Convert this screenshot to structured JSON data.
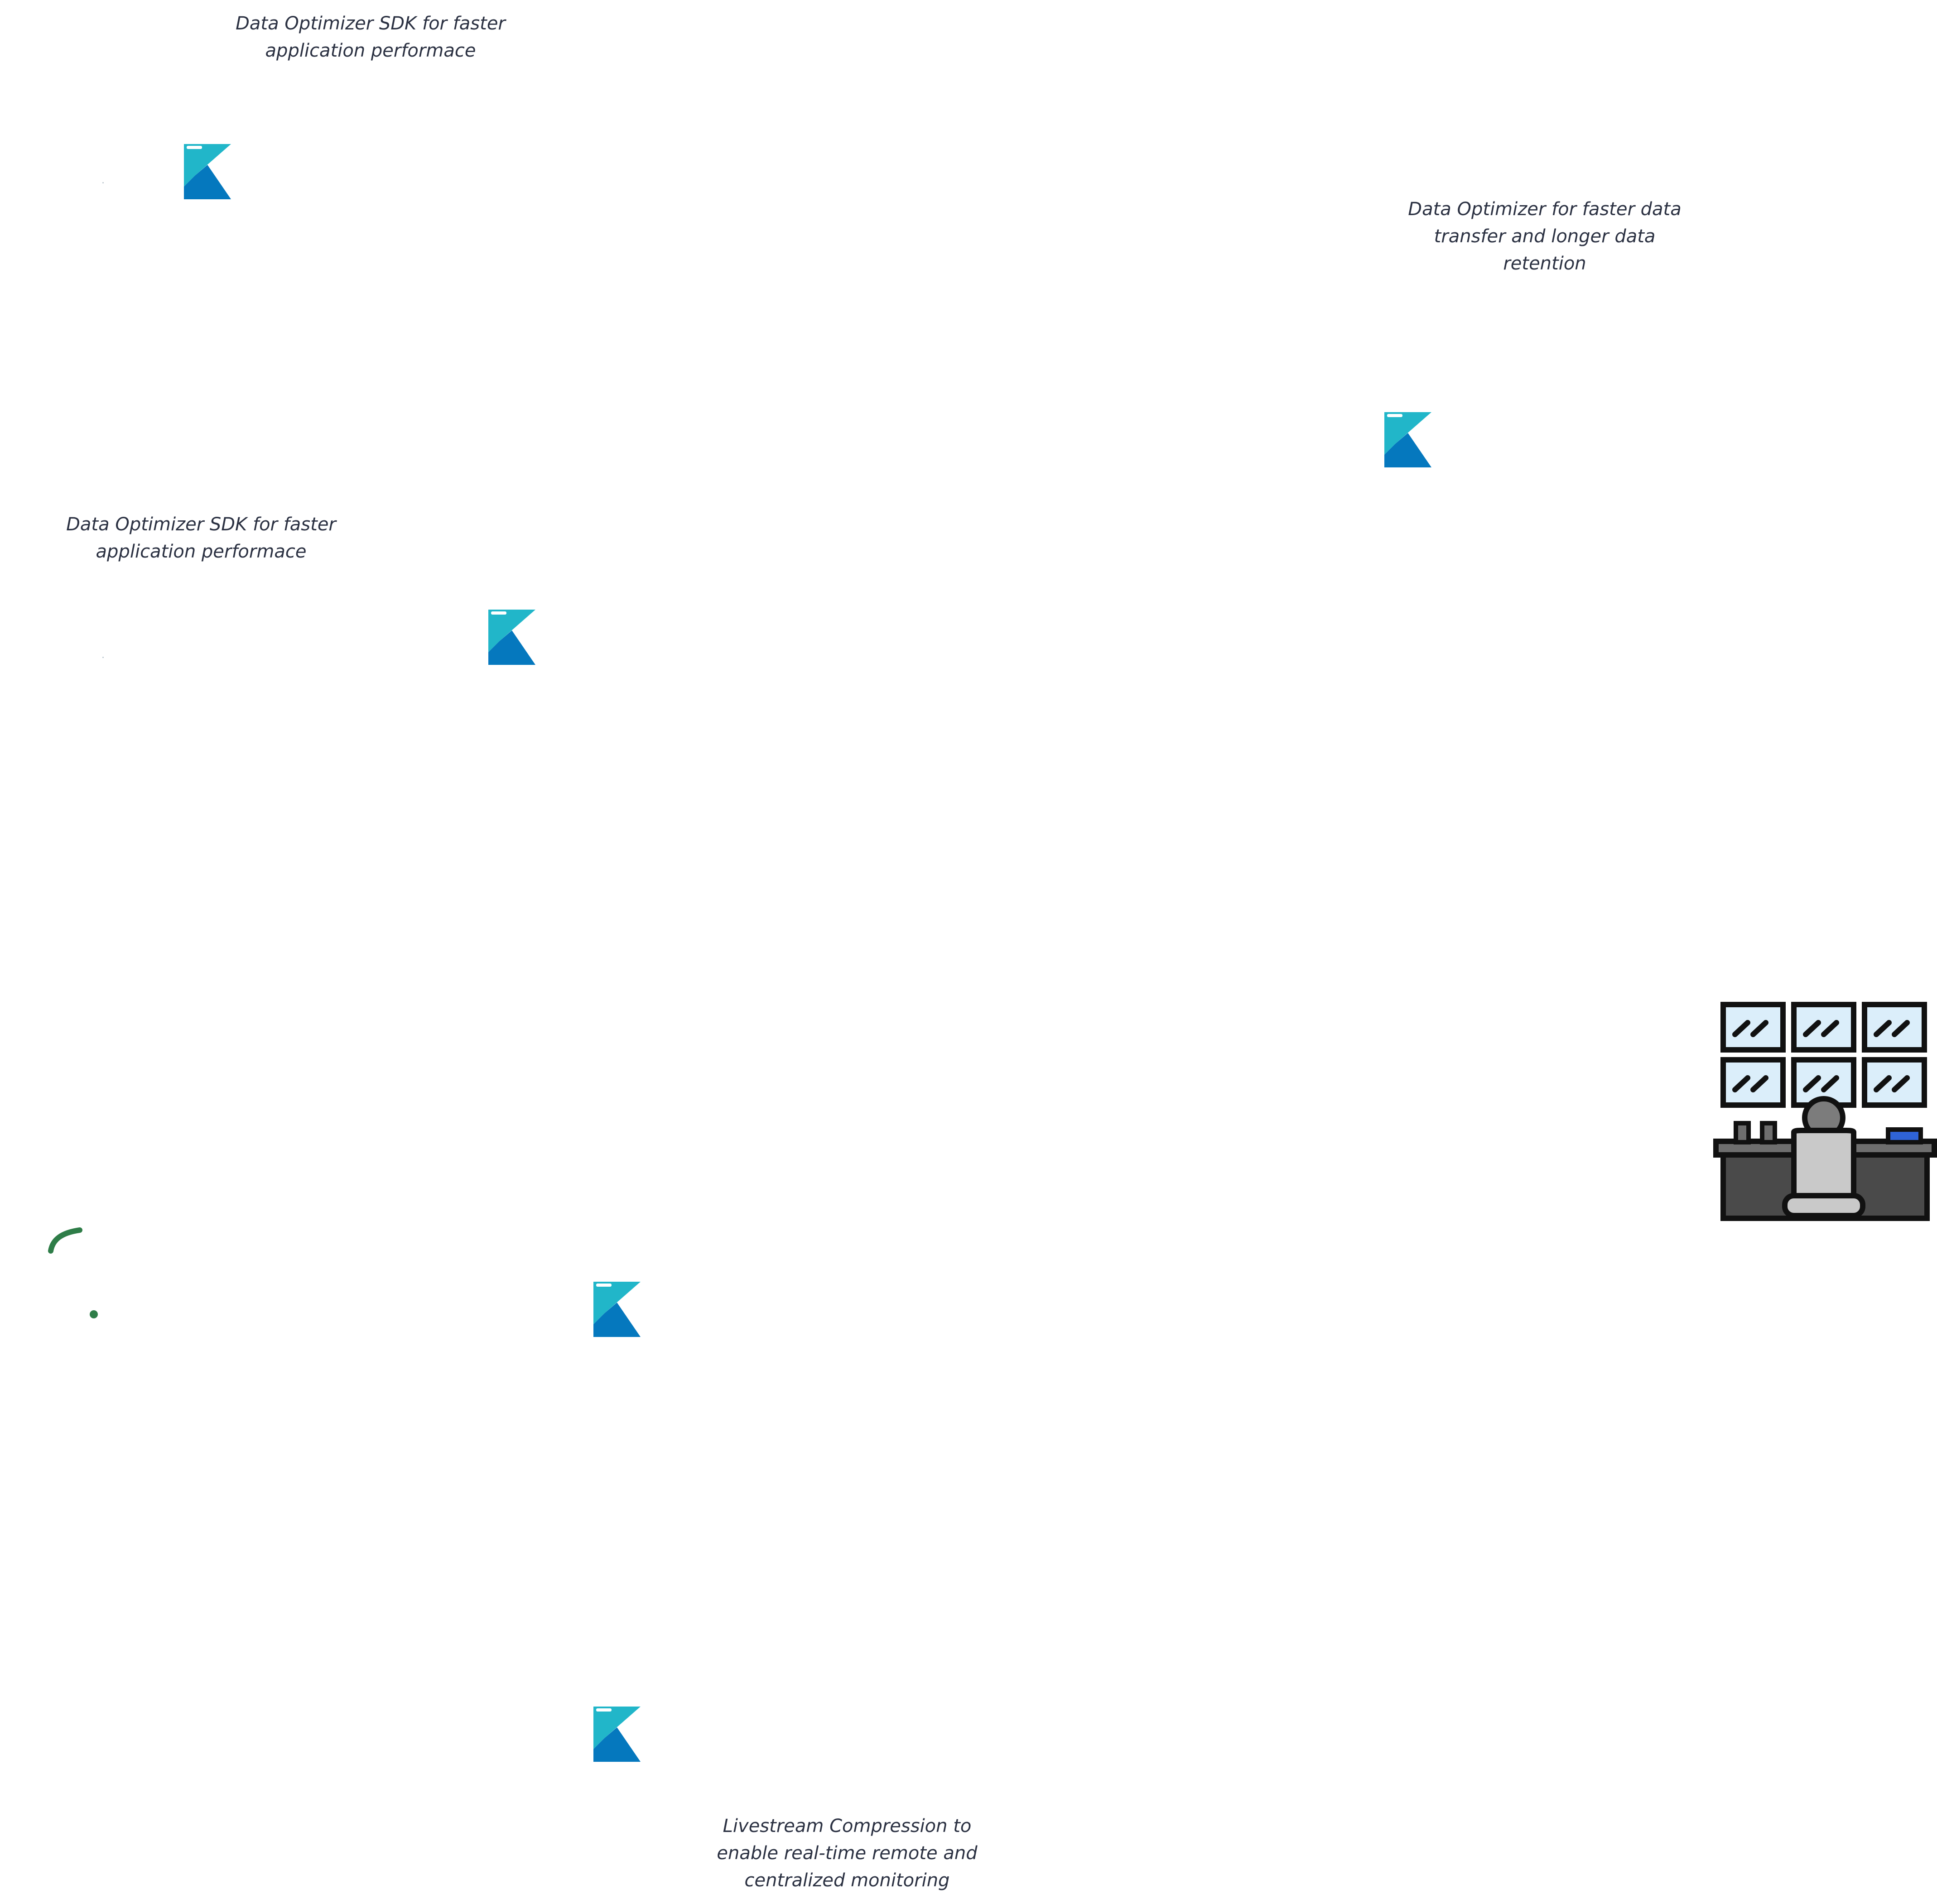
{
  "colors": {
    "caption_text": "#2b3142",
    "logo_light": "#21b6c9",
    "logo_dark": "#0578be",
    "signal_green": "#2e7d48",
    "monitor_fill": "#dbeefa",
    "outline": "#111111",
    "desk": "#4a4a4a",
    "desk_top": "#6e6e6e",
    "operator": "#c9c9c9",
    "phone": "#2f63d6"
  },
  "icons": {
    "node_logo": "k-logo-icon",
    "operator": "control-room-operator-icon",
    "signal": "wireless-signal-icon"
  },
  "captions": {
    "sdk_top": "Data Optimizer SDK for faster\napplication performace",
    "sdk_middle": "Data Optimizer SDK for faster\napplication performace",
    "transfer": "Data Optimizer for faster data\ntransfer and longer data\nretention",
    "livestream": "Livestream Compression to\nenable real-time remote and\ncentralized monitoring"
  }
}
